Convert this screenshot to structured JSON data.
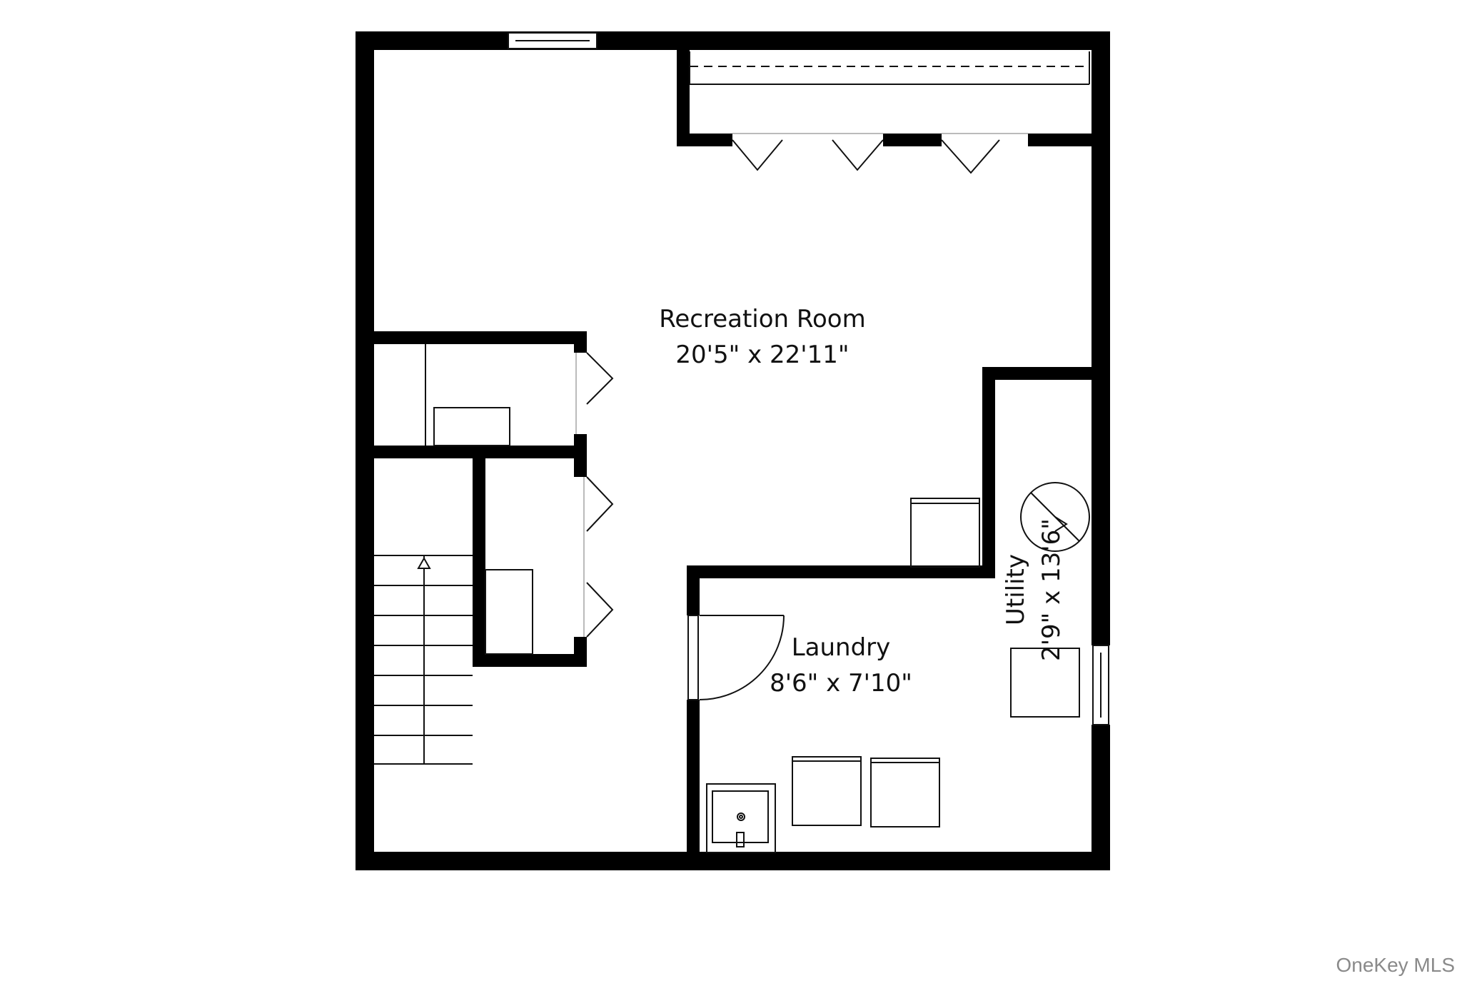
{
  "rooms": {
    "recreation": {
      "name": "Recreation Room",
      "dims": "20'5\" x 22'11\""
    },
    "laundry": {
      "name": "Laundry",
      "dims": "8'6\" x 7'10\""
    },
    "utility": {
      "name": "Utility",
      "dims": "2'9\" x 13'6\""
    }
  },
  "watermark": "OneKey MLS",
  "colors": {
    "wall": "#000000",
    "line": "#111111",
    "background": "#ffffff"
  },
  "icons": {
    "stairs_arrow": "stairs-up-arrow-icon",
    "water_heater": "water-heater-icon"
  }
}
